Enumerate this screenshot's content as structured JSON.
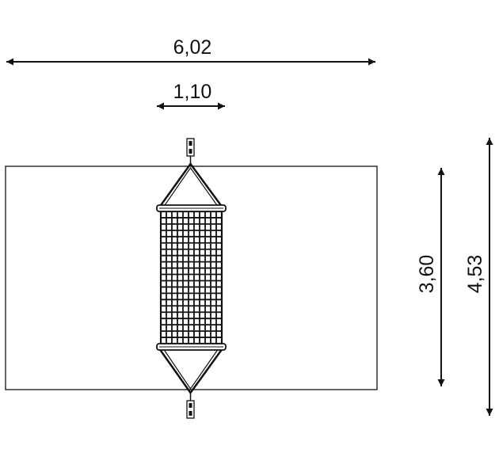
{
  "dimensions": {
    "overall_width": "6,02",
    "net_width": "1,10",
    "depth": "3,60",
    "overall_height": "4,53"
  },
  "colors": {
    "ink": "#111111",
    "background": "#ffffff"
  },
  "net": {
    "columns": 11,
    "rows": 21
  }
}
